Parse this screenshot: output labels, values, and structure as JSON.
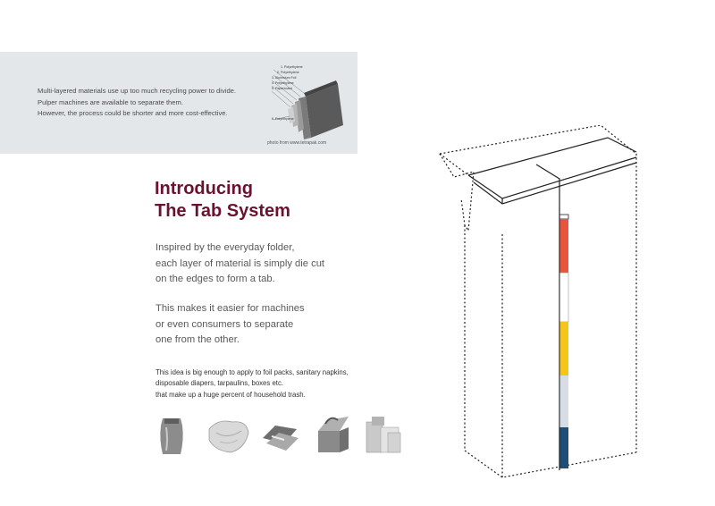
{
  "banner": {
    "lines": [
      "Multi-layered materials use up too much recycling power to divide.",
      "Pulper machines are available to separate them.",
      "However, the process could be shorter and more cost-effective."
    ],
    "layer_labels": [
      "1. Polyethylene",
      "2. Polyethylene",
      "3. Aluminium Foil",
      "4. Polyethylene",
      "5. Paperboard",
      "6. Polyethylene"
    ],
    "photo_credit": "photo from www.tetrapak.com"
  },
  "heading": {
    "line1": "Introducing",
    "line2": "The Tab System"
  },
  "paragraph1": [
    "Inspired by the everyday folder,",
    "each layer of material is simply die cut",
    "on the edges to form a tab."
  ],
  "paragraph2": [
    "This makes it easier for machines",
    "or even consumers to separate",
    "one from the other."
  ],
  "small_text": [
    "This idea is big enough to apply to foil packs, sanitary napkins,",
    "disposable diapers, tarpaulins, boxes etc.",
    "that make up a huge percent of household trash."
  ],
  "product_images": [
    {
      "icon": "foil-pack-icon"
    },
    {
      "icon": "diaper-icon"
    },
    {
      "icon": "sanitary-napkin-icon"
    },
    {
      "icon": "gable-box-icon"
    },
    {
      "icon": "box-stack-icon"
    }
  ],
  "tab_colors": [
    "#e8553c",
    "#ffffff",
    "#f5c518",
    "#d8dde3",
    "#1f4e79"
  ],
  "colors": {
    "heading": "#6a1230",
    "banner_bg": "#e3e7ea"
  }
}
